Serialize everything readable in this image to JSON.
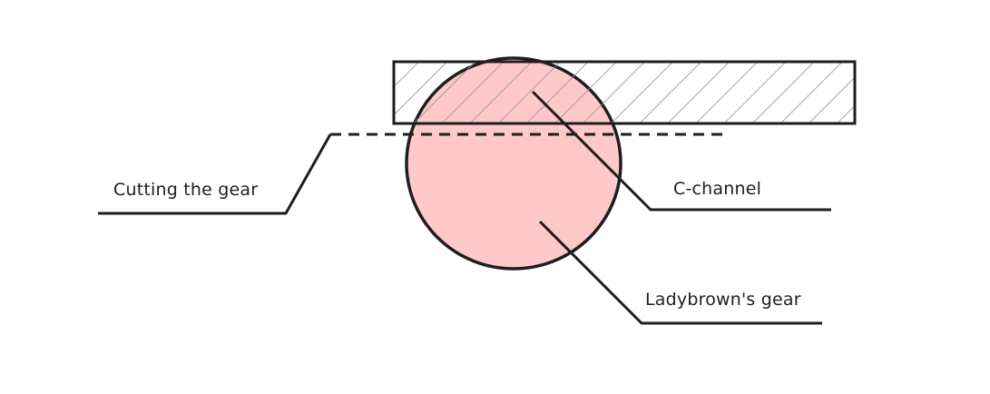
{
  "labels": {
    "cutting": "Cutting the gear",
    "cchannel": "C-channel",
    "gear": "Ladybrown's gear"
  },
  "colors": {
    "stroke": "#1e1e1e",
    "gear_fill": "#ffc9c9",
    "hatch": "#868e96",
    "background": "#ffffff"
  }
}
